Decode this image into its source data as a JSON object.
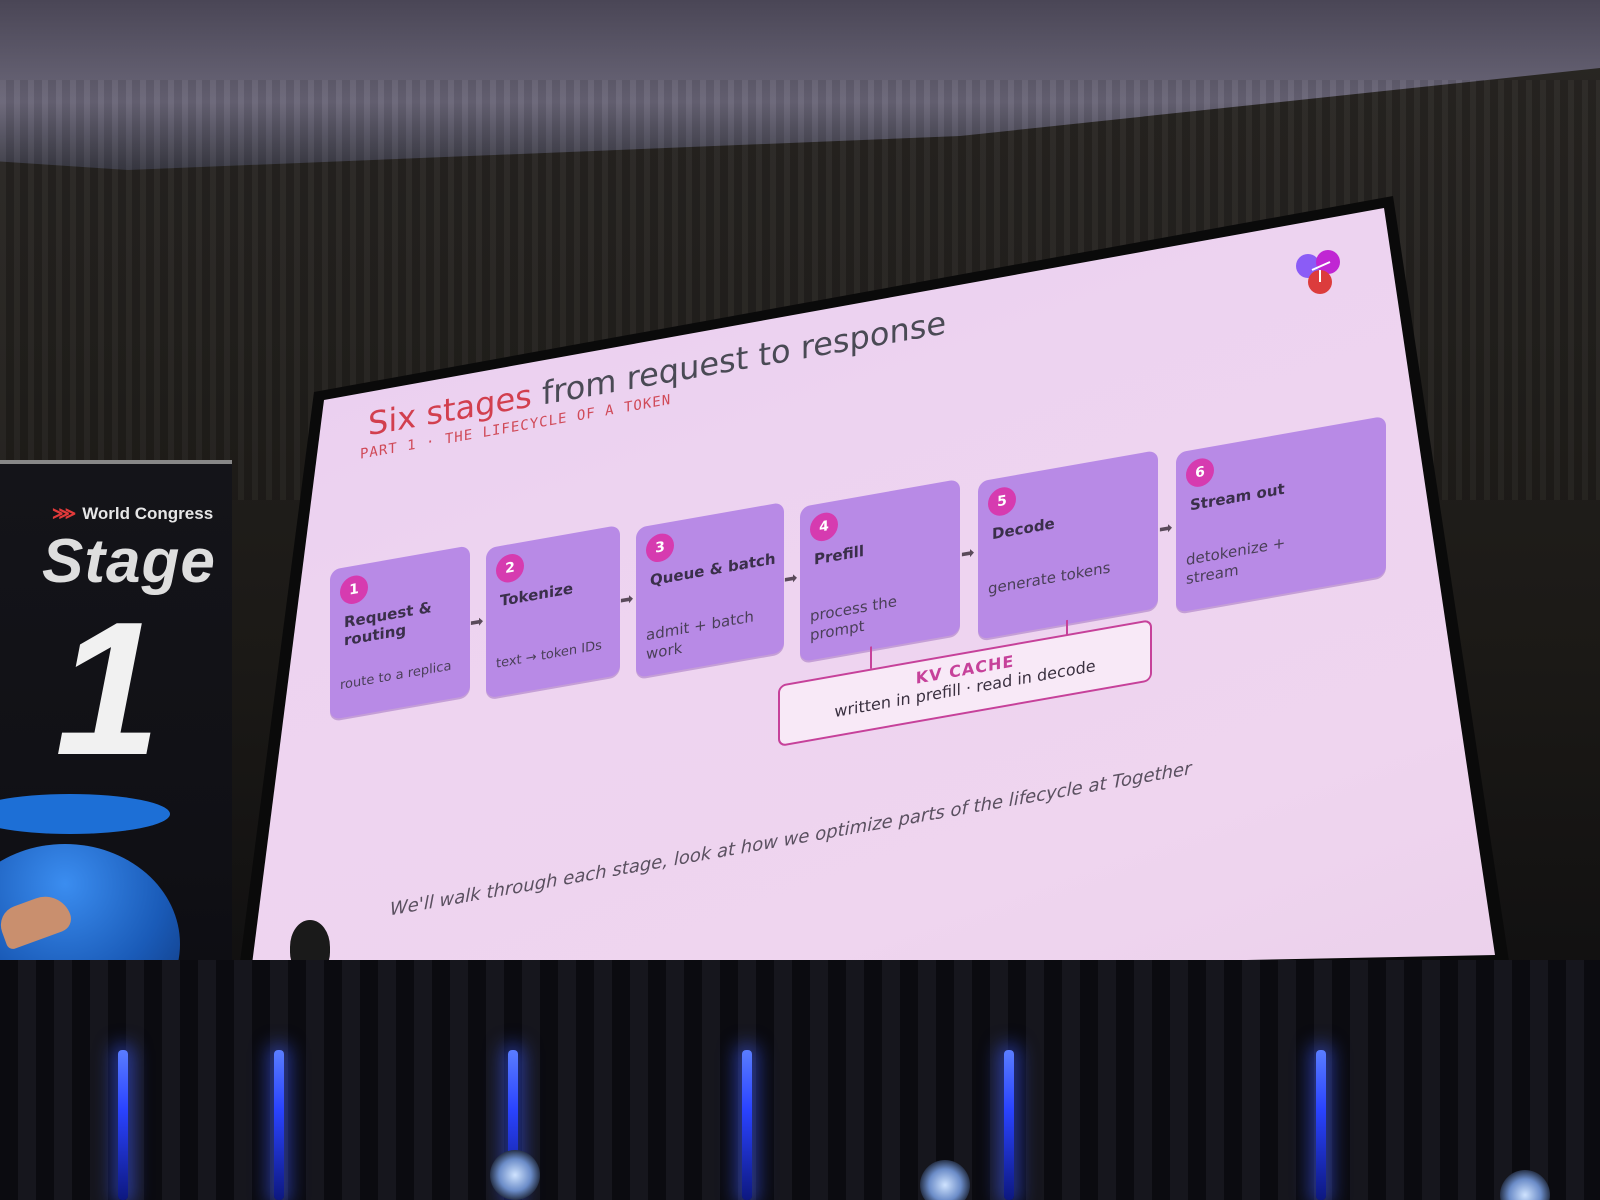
{
  "banner": {
    "brand": "World Congress",
    "stage_word": "Stage",
    "stage_number": "1"
  },
  "slide": {
    "title_accent": "Six stages",
    "title_rest": "from request to response",
    "subtitle": "PART 1 · THE LIFECYCLE OF A TOKEN",
    "stages": [
      {
        "num": "1",
        "title": "Request & routing",
        "desc": "route to a replica"
      },
      {
        "num": "2",
        "title": "Tokenize",
        "desc": "text → token IDs"
      },
      {
        "num": "3",
        "title": "Queue & batch",
        "desc": "admit + batch work"
      },
      {
        "num": "4",
        "title": "Prefill",
        "desc": "process the prompt"
      },
      {
        "num": "5",
        "title": "Decode",
        "desc": "generate tokens"
      },
      {
        "num": "6",
        "title": "Stream out",
        "desc": "detokenize + stream"
      }
    ],
    "kv_cache": {
      "title": "KV CACHE",
      "desc": "written in prefill · read in decode"
    },
    "footer": "We'll walk through each stage, look at how we optimize parts of the lifecycle at Together"
  },
  "colors": {
    "slide_bg": "#ecd0ef",
    "stage_fill": "#b88ae6",
    "badge": "#d63bb0",
    "title_accent": "#d23f4e",
    "kv_border": "#c6419a"
  }
}
